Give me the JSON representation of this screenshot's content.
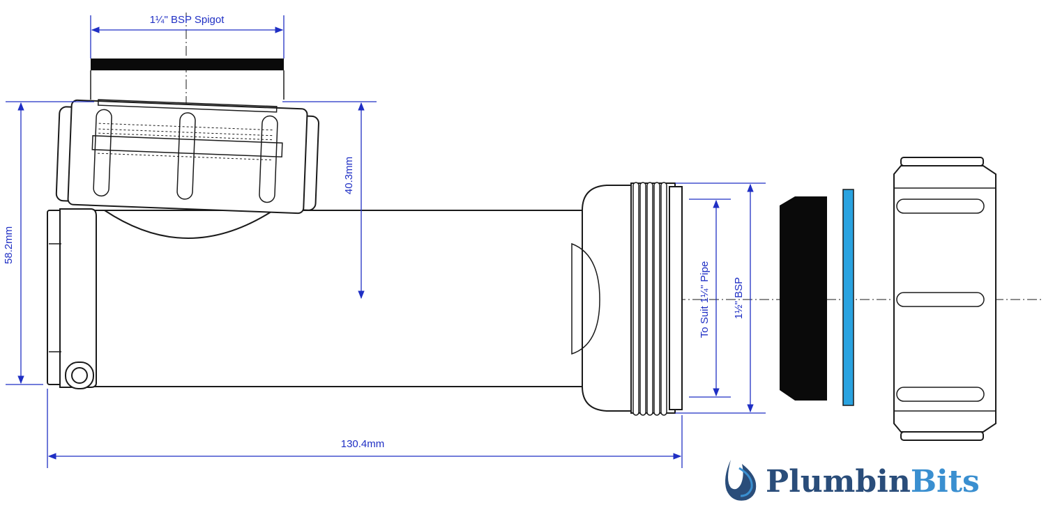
{
  "dimensions": {
    "spigot_label": "1¼\" BSP Spigot",
    "height_outer": "58.2mm",
    "height_inner": "40.3mm",
    "length": "130.4mm",
    "pipe_label": "To Suit 1¼\" Pipe",
    "thread_label": "1½\" BSP"
  },
  "brand": {
    "name_part1": "Plumbin",
    "name_part2": "Bits",
    "color_part1": "#2a4d7a",
    "color_part2": "#3a8fd0"
  },
  "colors": {
    "dimension": "#1f2fc4",
    "washer": "#2aa3e0",
    "seal": "#0a0a0a"
  }
}
